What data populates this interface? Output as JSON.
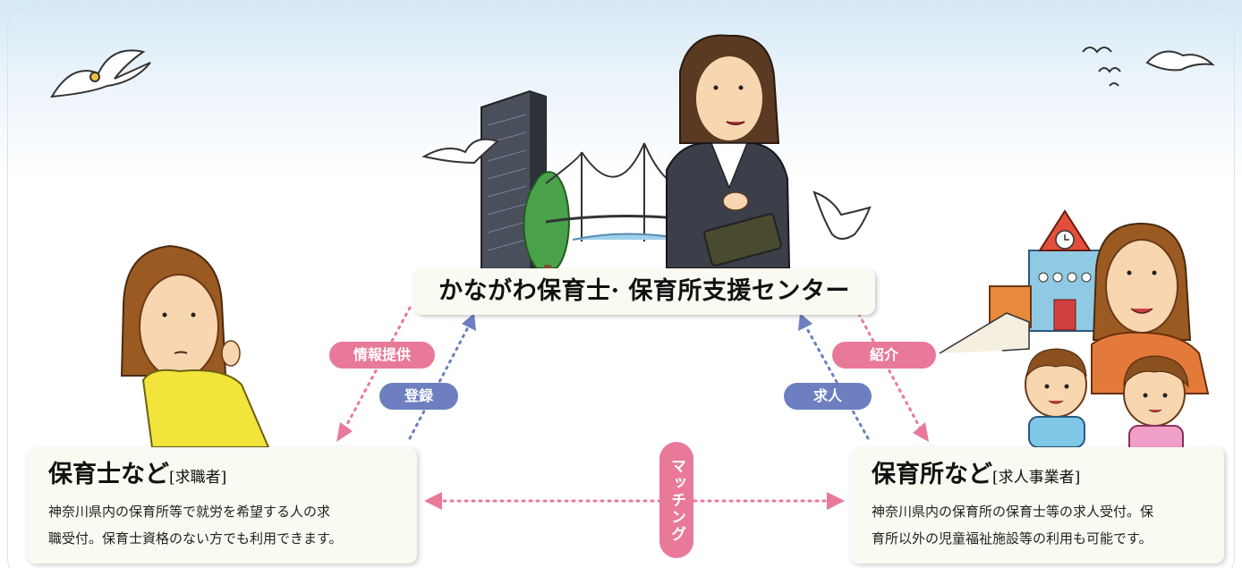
{
  "center": {
    "label": "かながわ保育士· 保育所支援センター"
  },
  "left": {
    "title": "保育士など",
    "subtitle": "[求職者]",
    "description_line1": "神奈川県内の保育所等で就労を希望する人の求",
    "description_line2": "職受付。保育士資格のない方でも利用できます。"
  },
  "right": {
    "title": "保育所など",
    "subtitle": "[求人事業者]",
    "description_line1": "神奈川県内の保育所の保育士等の求人受付。保",
    "description_line2": "育所以外の児童福祉施設等の利用も可能です。"
  },
  "arrows": {
    "info": "情報提供",
    "register": "登録",
    "introduce": "紹介",
    "job_offer": "求人",
    "matching": "マッチング"
  },
  "colors": {
    "pink": "#e8799a",
    "blue": "#6d7fc0",
    "box": "#fbfaf2"
  }
}
